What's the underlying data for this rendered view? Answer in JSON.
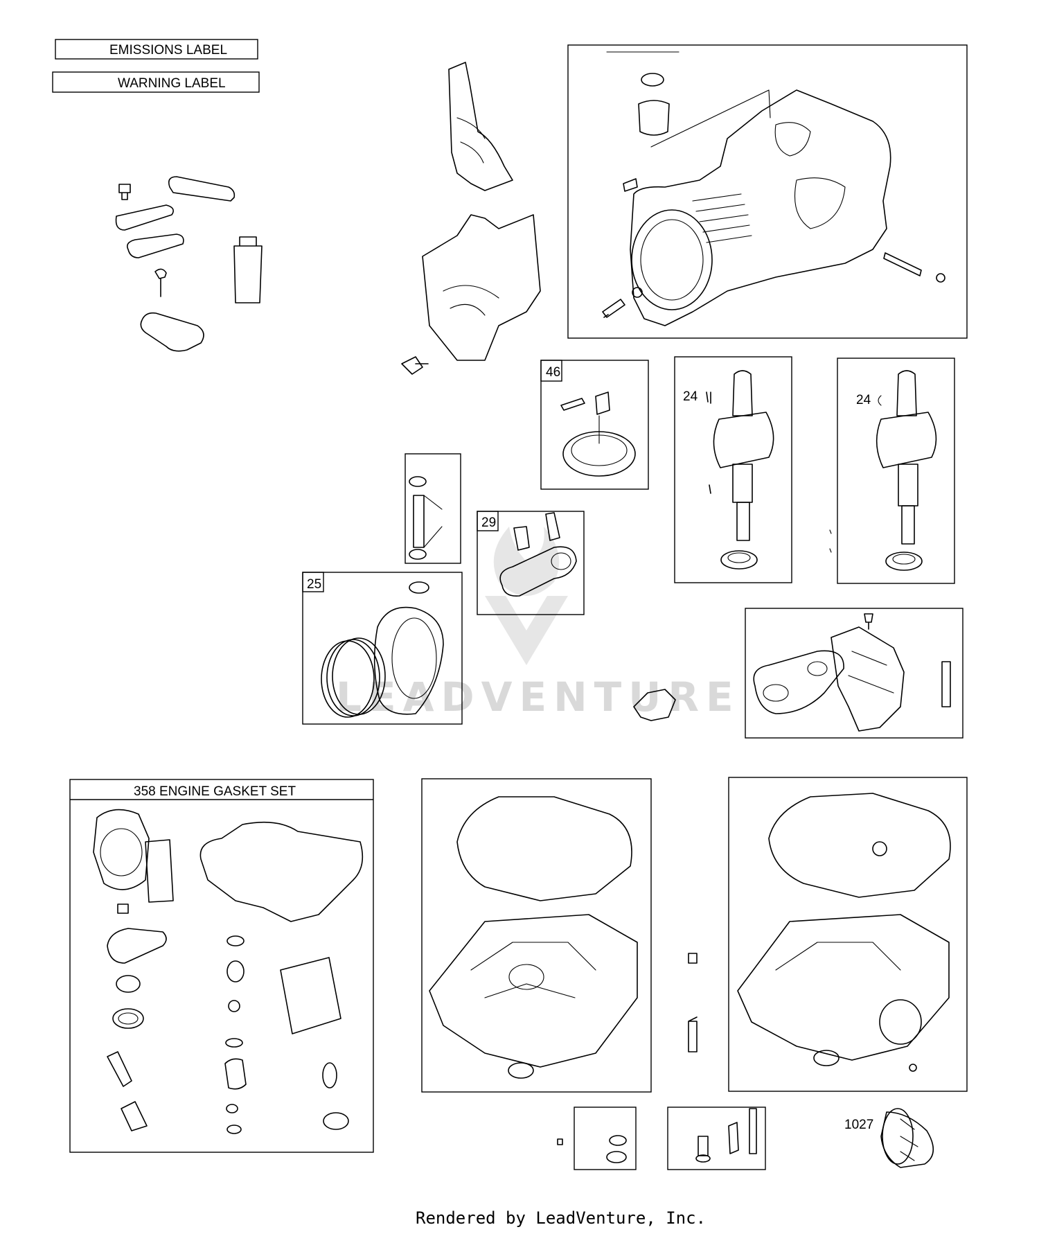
{
  "labels": {
    "emissions": "EMISSIONS LABEL",
    "warning": "WARNING LABEL"
  },
  "callouts": {
    "cam_gear": "46",
    "crankshaft_a": "24",
    "crankshaft_b": "24",
    "connecting_rod": "29",
    "piston": "25",
    "oil_filter": "1027"
  },
  "gasket_set": {
    "title": "358 ENGINE GASKET SET"
  },
  "watermark": "LEADVENTURE",
  "footer": "Rendered by LeadVenture, Inc."
}
